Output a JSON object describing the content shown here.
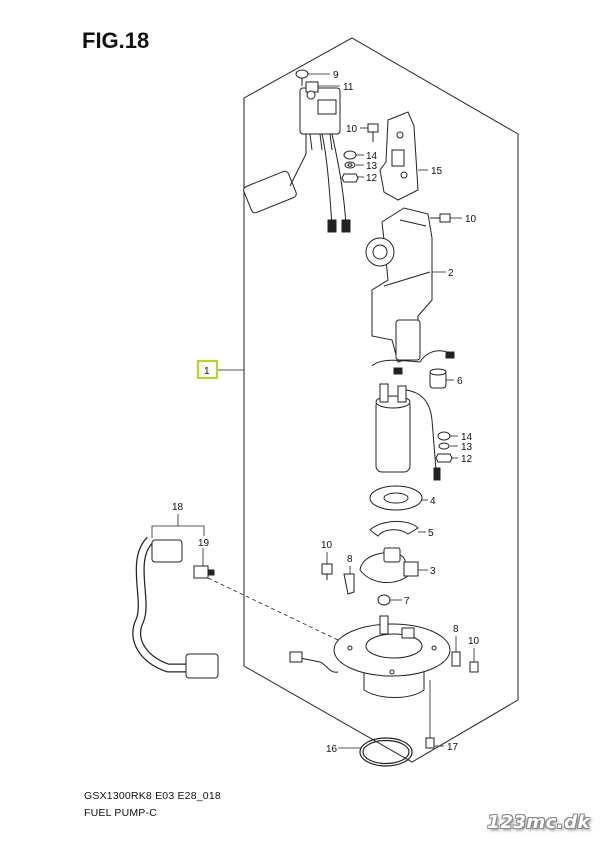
{
  "figure": {
    "title": "FIG.18"
  },
  "callouts": {
    "c1": "1",
    "c2": "2",
    "c3": "3",
    "c4": "4",
    "c5": "5",
    "c6": "6",
    "c7": "7",
    "c8a": "8",
    "c8b": "8",
    "c9": "9",
    "c10a": "10",
    "c10b": "10",
    "c10c": "10",
    "c10d": "10",
    "c11": "11",
    "c12a": "12",
    "c12b": "12",
    "c13a": "13",
    "c13b": "13",
    "c14a": "14",
    "c14b": "14",
    "c15": "15",
    "c16": "16",
    "c17": "17",
    "c18": "18",
    "c19": "19"
  },
  "highlight_color": "#b5d334",
  "caption": {
    "model_code": "GSX1300RK8 E03 E28_018",
    "part_group": "FUEL PUMP-C"
  },
  "watermark": "123mc.dk"
}
